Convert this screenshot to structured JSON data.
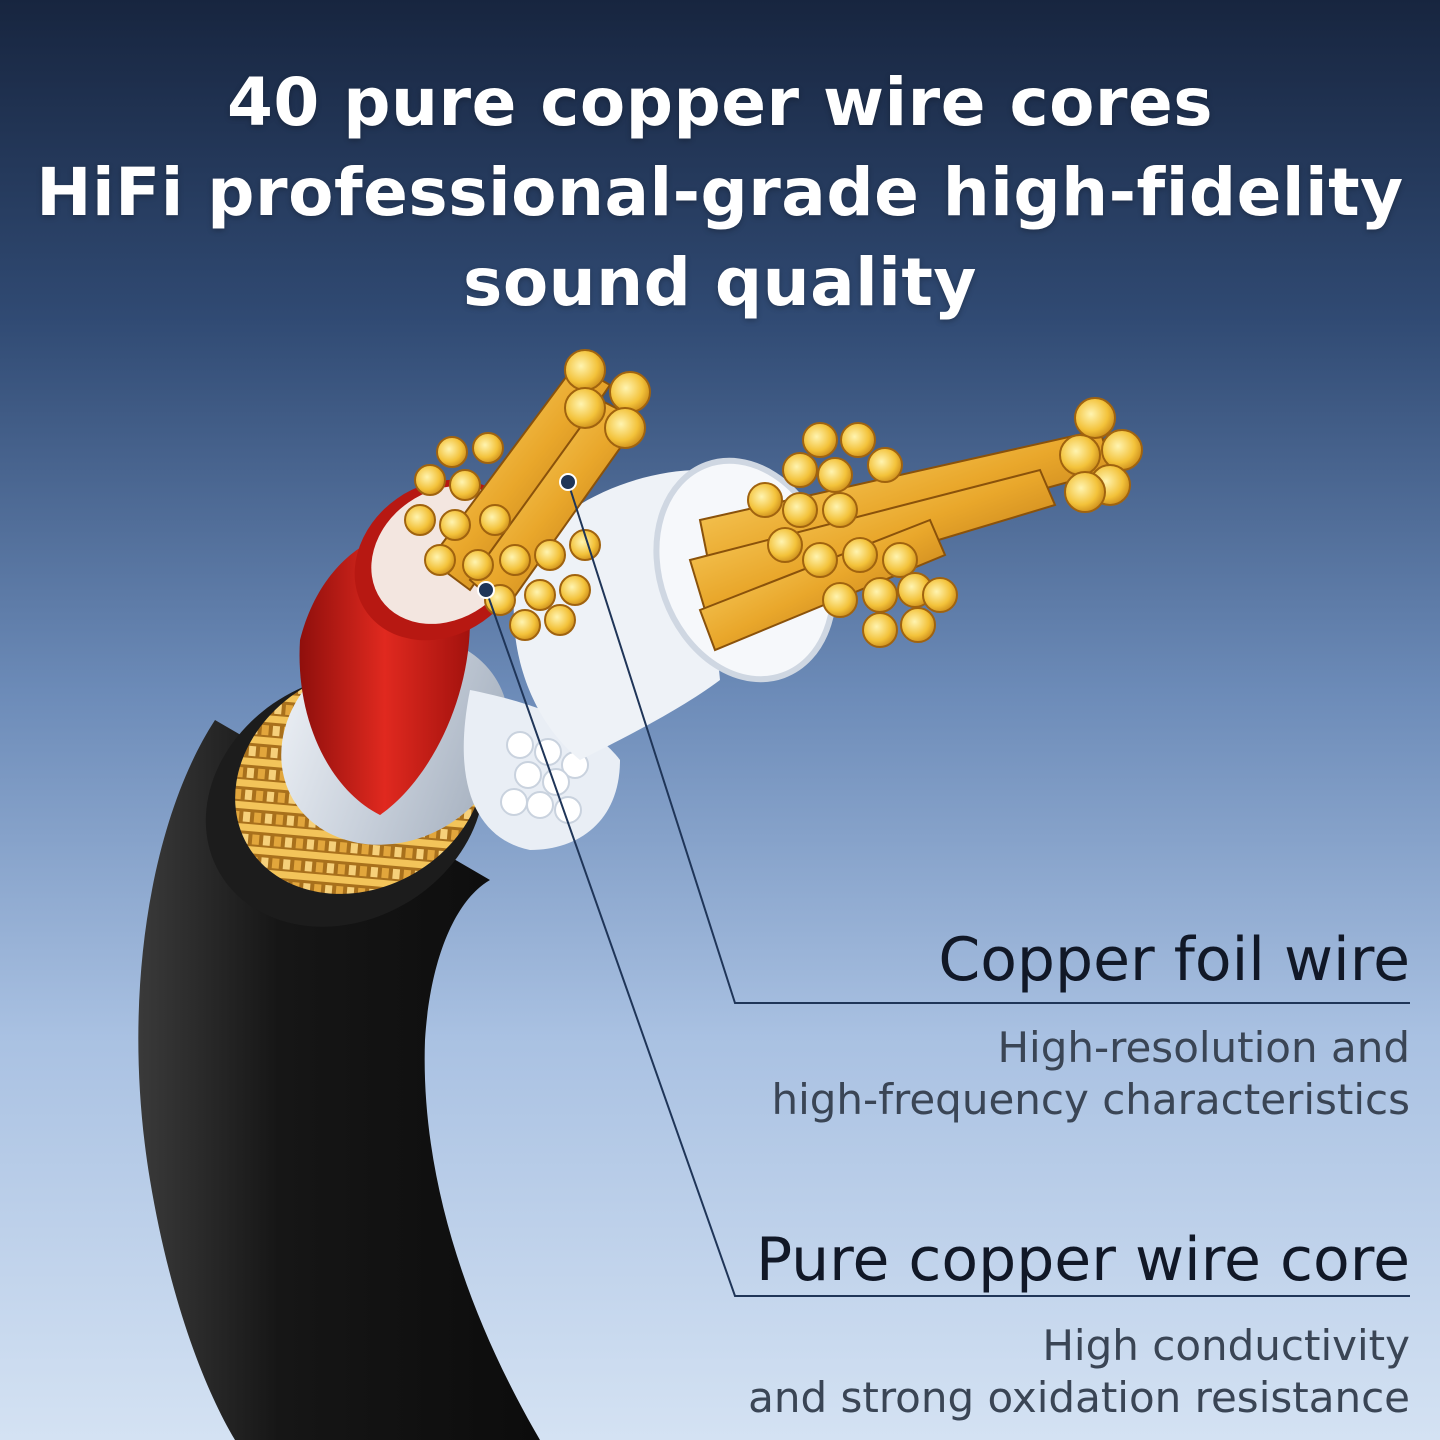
{
  "headline": {
    "line1": "40 pure copper wire cores",
    "line2": "HiFi professional-grade high-fidelity",
    "line3": "sound quality"
  },
  "callouts": [
    {
      "title": "Copper foil wire",
      "desc_line1": "High-resolution and",
      "desc_line2": "high-frequency characteristics"
    },
    {
      "title": "Pure copper wire core",
      "desc_line1": "High conductivity",
      "desc_line2": "and strong oxidation resistance"
    }
  ],
  "colors": {
    "jacket": "#141414",
    "braid": "#d9a03a",
    "foil": "#cfd6df",
    "red_insulation": "#cc1f1a",
    "copper": "#f2b733",
    "white_insulation": "#eef2f7",
    "leader_line": "#1f3558"
  }
}
